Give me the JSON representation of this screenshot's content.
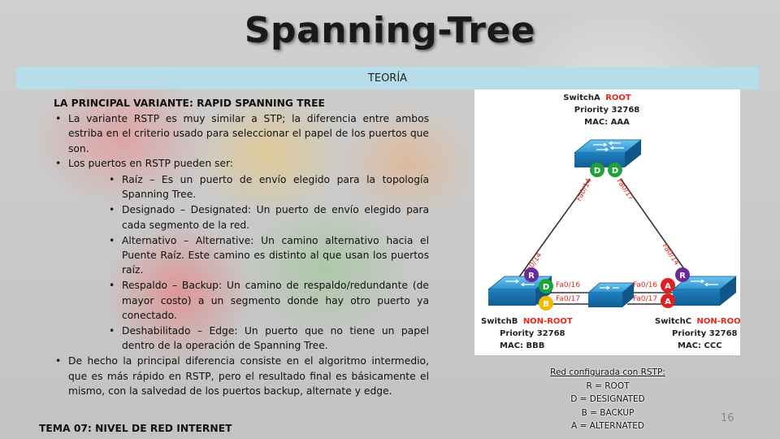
{
  "title": "Spanning-Tree",
  "section_label": "TEORÍA",
  "content": {
    "heading": "LA PRINCIPAL VARIANTE: RAPID SPANNING TREE",
    "bullets": [
      "La variante RSTP es muy similar a STP; la diferencia entre ambos estriba en el criterio usado para seleccionar el papel de los puertos que son.",
      "Los puertos en RSTP pueden ser:"
    ],
    "sub_bullets": [
      "Raíz – Es un puerto de envío elegido para la topología Spanning Tree.",
      "Designado – Designated: Un puerto de envío elegido para cada segmento de la red.",
      "Alternativo – Alternative: Un camino alternativo hacia el Puente Raíz. Este camino es distinto al que usan los puertos raíz.",
      "Respaldo – Backup: Un camino de respaldo/redundante (de mayor costo) a un segmento donde hay otro puerto ya conectado.",
      "Deshabilitado – Edge: Un puerto que no tiene un papel dentro de la operación de Spanning Tree."
    ],
    "final_bullet": "De hecho la principal diferencia consiste en el algoritmo intermedio, que es más rápido en RSTP, pero el resultado final es básicamente el mismo, con la salvedad de los puertos backup, alternate y edge."
  },
  "footer": {
    "topic": "TEMA 07: NIVEL DE RED INTERNET",
    "page_number": "16"
  },
  "diagram": {
    "switch_a": {
      "name": "SwitchA",
      "role": "ROOT",
      "priority": "Priority 32768",
      "mac": "MAC: AAA"
    },
    "switch_b": {
      "name": "SwitchB",
      "role": "NON-ROOT",
      "priority": "Priority 32768",
      "mac": "MAC: BBB"
    },
    "switch_c": {
      "name": "SwitchC",
      "role": "NON-ROOT",
      "priority": "Priority 32768",
      "mac": "MAC: CCC"
    },
    "ports": {
      "a_left": "Fa0/14",
      "a_right": "Fa0/17",
      "b_up": "Fa0/14",
      "b_fa16": "Fa0/16",
      "b_fa17": "Fa0/17",
      "c_up": "Fa0/14",
      "c_fa16": "Fa0/16",
      "c_fa17": "Fa0/17"
    },
    "badges": {
      "d": "D",
      "r": "R",
      "b": "B",
      "a": "A"
    },
    "colors": {
      "designated": "#1fa23a",
      "root_port": "#6b2a9a",
      "backup": "#f5b800",
      "alternate": "#e02020",
      "role_text": "#e8281e",
      "port_label": "#e8281e",
      "switch_blue": "#1f82c4"
    }
  },
  "legend": {
    "title": "Red configurada con RSTP:",
    "lines": [
      "R = ROOT",
      "D = DESIGNATED",
      "B = BACKUP",
      "A = ALTERNATED"
    ]
  }
}
